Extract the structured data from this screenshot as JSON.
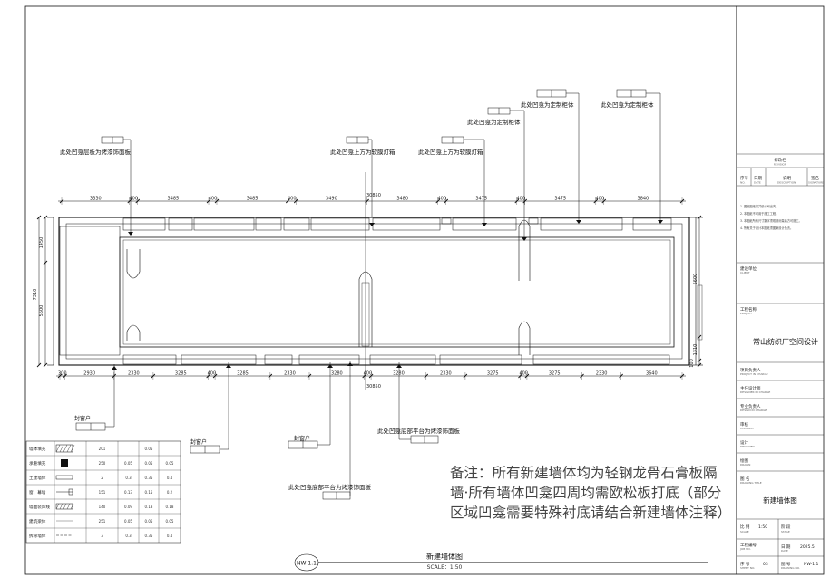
{
  "annotations": {
    "top1": "此处凹龛层板为烤漆饰面板",
    "top2": "此处凹龛上方为软膜灯箱",
    "top3": "此处凹龛上方为软膜灯箱",
    "top4": "此处凹龛为定制柜体",
    "top5": "此处凹龛为定制柜体",
    "top6": "此处凹龛为定制柜体",
    "bot1": "此处凹龛底部平台为烤漆饰面板",
    "bot2": "此处凹龛底部平台为烤漆饰面板"
  },
  "tags": {
    "window1": "封窗户",
    "window2": "封窗户",
    "window3": "封窗户"
  },
  "dims": {
    "top": [
      "3330",
      "400",
      "3485",
      "400",
      "3485",
      "400",
      "3490",
      "3480",
      "400",
      "3475",
      "400",
      "3475",
      "400",
      "3840"
    ],
    "top_total": "30850",
    "bottom": [
      "300",
      "2930",
      "2330",
      "3285",
      "400",
      "3285",
      "2330",
      "3280",
      "400",
      "3280",
      "2330",
      "3275",
      "400",
      "3275",
      "2330",
      "3640"
    ],
    "bottom_total": "30850",
    "left": [
      "1450",
      "7310",
      "5600"
    ],
    "right": [
      "5600",
      "1310",
      "100"
    ]
  },
  "legend": {
    "rows": [
      {
        "name": "墙体填充",
        "c1": "201",
        "c2": "",
        "c3": "0.05",
        "c4": ""
      },
      {
        "name": "承重填充",
        "c1": "250",
        "c2": "0.05",
        "c3": "0.05",
        "c4": "0.05"
      },
      {
        "name": "土建墙体",
        "c1": "2",
        "c2": "0.3",
        "c3": "0.35",
        "c4": "0.4"
      },
      {
        "name": "窗、幕墙",
        "c1": "151",
        "c2": "0.13",
        "c3": "0.15",
        "c4": "0.2"
      },
      {
        "name": "墙面装饰线",
        "c1": "140",
        "c2": "0.09",
        "c3": "0.13",
        "c4": "0.18"
      },
      {
        "name": "建筑梁体",
        "c1": "251",
        "c2": "0.05",
        "c3": "0.05",
        "c4": "0.05"
      },
      {
        "name": "拆除墙体",
        "c1": "3",
        "c2": "0.3",
        "c3": "0.35",
        "c4": "0.4"
      }
    ]
  },
  "note": "备注：所有新建墙体均为轻钢龙骨石膏板隔墙·所有墙体凹龛四周均需欧松板打底（部分区域凹龛需要特殊衬底请结合新建墙体注释）",
  "title_marker": "NW-1.1",
  "drawing_title": "新建墙体图",
  "scale_text": "SCALE：1:50",
  "title_block": {
    "revision_header": "修改栏",
    "revision_header_en": "REVISION",
    "rev_cols": [
      "序号",
      "日期",
      "说明",
      "签名"
    ],
    "rev_cols_en": [
      "NO.",
      "DATE",
      "DESCRIPTION",
      "SIGNATURE"
    ],
    "notes": [
      "1. 图纸图纸须并依公司出内。",
      "2. 本图纸不可用于施工工程。",
      "3. 本图纸所有尺寸数字须现场测量后方可施工。",
      "4. 所有关于设计本图纸须图案设计负责。"
    ],
    "owner_label": "建设单位",
    "owner_label_en": "CLIENT",
    "project_label": "工程名称",
    "project_label_en": "PROJECT",
    "project_name": "常山纺织厂空间设计",
    "roles": [
      {
        "cn": "项目负责人",
        "en": "PROJECT IN CHARGE"
      },
      {
        "cn": "主任设计师",
        "en": "DESIGNER IN CHARGE"
      },
      {
        "cn": "专业负责人",
        "en": "DESIGN IN CHARGE"
      },
      {
        "cn": "审核",
        "en": "CHECKED"
      },
      {
        "cn": "设计",
        "en": "DESIGNED"
      },
      {
        "cn": "绘图",
        "en": "DRAWN"
      }
    ],
    "drawing_label": "图 名",
    "drawing_label_en": "DRAWING TITLE",
    "drawing_name": "新建墙体图",
    "scale_label": "比 例",
    "scale_label_en": "SCALE",
    "scale_value": "1:50",
    "stage_label": "阶 段",
    "stage_label_en": "STAGE",
    "job_label": "工程编号",
    "job_label_en": "JOB NO.",
    "date_label": "日 期",
    "date_label_en": "DATE",
    "date_value": "2025.5",
    "seq_label": "序 号",
    "seq_label_en": "SHEET NO.",
    "seq_value": "03",
    "dwgno_label": "图 号",
    "dwgno_label_en": "DRAWING NO.",
    "dwgno_value": "NW-1.1"
  }
}
